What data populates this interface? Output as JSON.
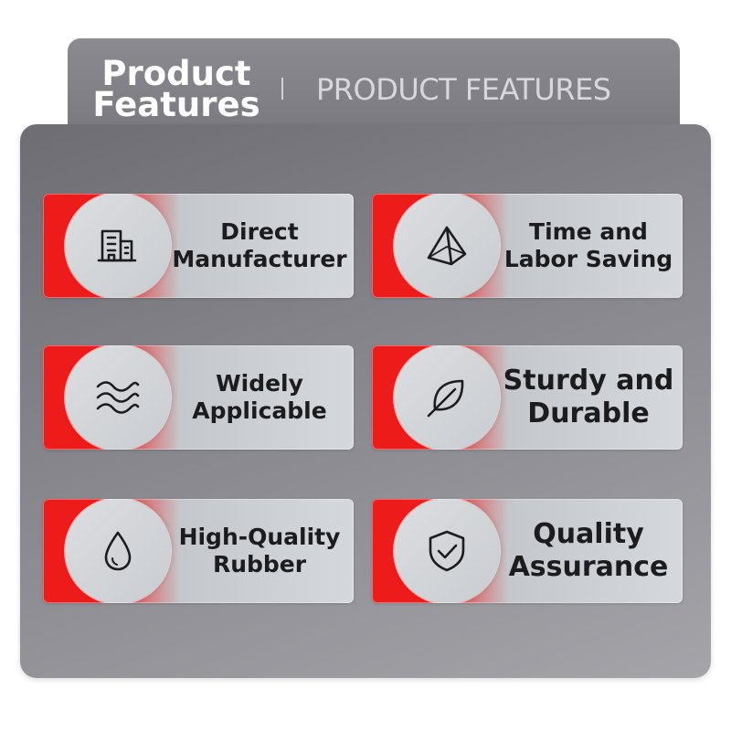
{
  "header": {
    "title_line1": "Product",
    "title_line2": "Features",
    "subtitle": "PRODUCT FEATURES"
  },
  "features": [
    {
      "line1": "Direct",
      "line2": "Manufacturer",
      "icon": "building-icon"
    },
    {
      "line1": "Time and",
      "line2": "Labor Saving",
      "icon": "pyramid-icon"
    },
    {
      "line1": "Widely",
      "line2": "Applicable",
      "icon": "waves-icon"
    },
    {
      "line1": "Sturdy and",
      "line2": "Durable",
      "icon": "leaf-icon"
    },
    {
      "line1": "High-Quality",
      "line2": "Rubber",
      "icon": "water-drop-icon"
    },
    {
      "line1": "Quality",
      "line2": "Assurance",
      "icon": "shield-check-icon"
    }
  ],
  "colors": {
    "accent_red": "#ee1b1b",
    "card_gray": "#d5d8dc",
    "panel_gray": "#86868c",
    "header_gray": "#8a8a90"
  }
}
